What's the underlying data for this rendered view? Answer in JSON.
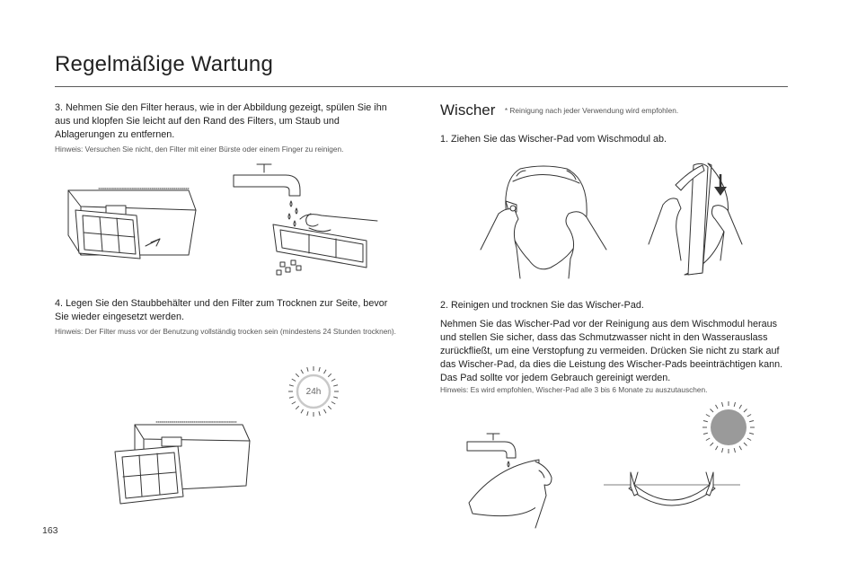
{
  "page": {
    "title": "Regelmäßige Wartung",
    "number": "163"
  },
  "left": {
    "step3": {
      "text": "3. Nehmen Sie den Filter heraus, wie in der Abbildung gezeigt, spülen Sie ihn aus und klopfen Sie leicht auf den Rand des Filters, um Staub und Ablagerungen zu entfernen.",
      "note": "Hinweis: Versuchen Sie nicht, den Filter mit einer Bürste oder einem Finger zu reinigen."
    },
    "step4": {
      "text": "4. Legen Sie den Staubbehälter und den Filter zum Trocknen zur Seite, bevor Sie wieder eingesetzt werden.",
      "note": "Hinweis: Der Filter muss vor der Benutzung vollständig trocken sein (mindestens 24 Stunden trocknen).",
      "timer_label": "24h"
    }
  },
  "right": {
    "section": {
      "title": "Wischer",
      "note": "* Reinigung nach jeder Verwendung wird empfohlen."
    },
    "step1": {
      "text": "1. Ziehen Sie das Wischer-Pad vom Wischmodul ab."
    },
    "step2": {
      "title": "2. Reinigen und trocknen Sie das Wischer-Pad.",
      "text": "Nehmen Sie das Wischer-Pad vor der Reinigung aus dem Wischmodul heraus und stellen Sie sicher, dass das Schmutzwasser nicht in den Wasserauslass zurückfließt, um eine Verstopfung zu vermeiden. Drücken Sie nicht zu stark auf das Wischer-Pad, da dies die Leistung des Wischer-Pads beeinträchtigen kann. Das Pad sollte vor jedem Gebrauch gereinigt werden.",
      "note": "Hinweis: Es wird empfohlen, Wischer-Pad alle 3 bis 6 Monate zu auszutauschen."
    }
  },
  "colors": {
    "line": "#333333",
    "rule": "#5a5a5a",
    "sun": "#9a9a9a",
    "timer_ring": "#c9c9c9"
  }
}
